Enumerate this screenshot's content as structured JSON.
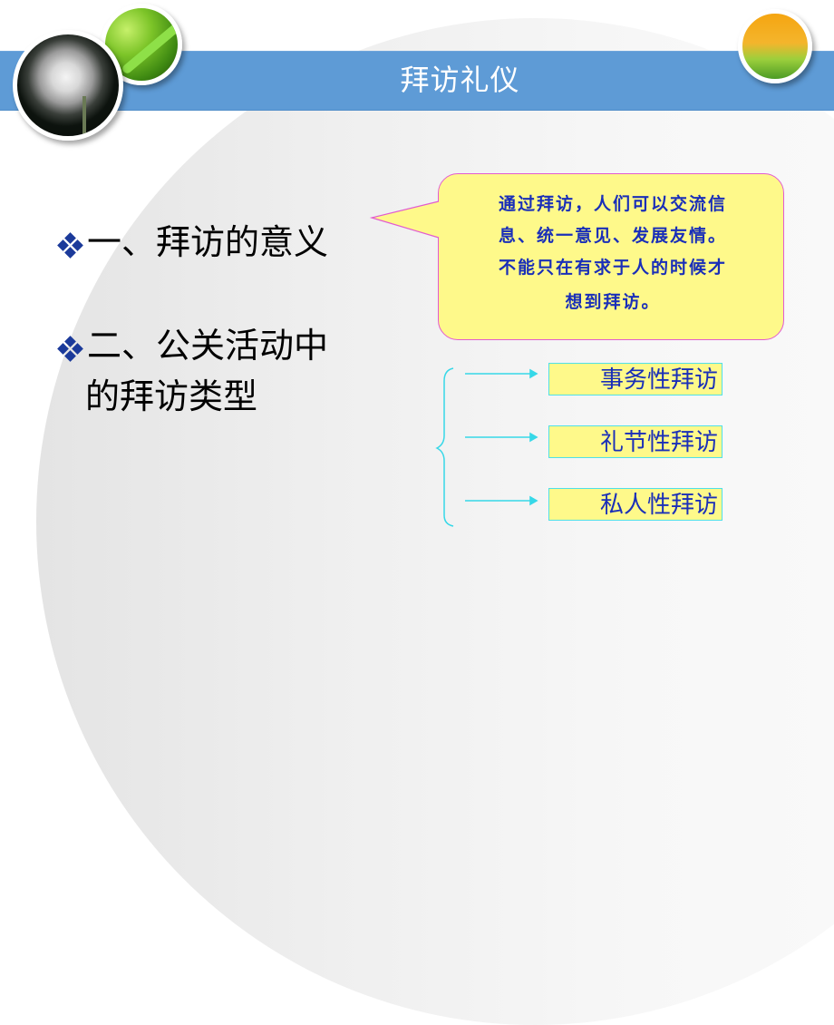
{
  "slide": {
    "title": "拜访礼仪",
    "colors": {
      "title_band": "#5e9bd6",
      "callout_fill": "#fef98a",
      "callout_border": "#e25bd0",
      "callout_text": "#1a2fb8",
      "bullet_icon": "#1b3a9a",
      "arrow_color": "#36d8e8"
    },
    "images": [
      "dandelion-photo",
      "green-leaf-photo",
      "tulip-photo"
    ]
  },
  "bullets": [
    {
      "icon": "diamond-bullet-icon",
      "line1": "一、拜访的意义",
      "line2": ""
    },
    {
      "icon": "diamond-bullet-icon",
      "line1": "二、公关活动中",
      "line2": "的拜访类型"
    }
  ],
  "callout": {
    "lines": [
      "通过拜访，人们可以交流信",
      "息、统一意见、发展友情。",
      "不能只在有求于人的时候才",
      "想到拜访。"
    ]
  },
  "visit_types": [
    {
      "label": "事务性拜访"
    },
    {
      "label": "礼节性拜访"
    },
    {
      "label": "私人性拜访"
    }
  ]
}
